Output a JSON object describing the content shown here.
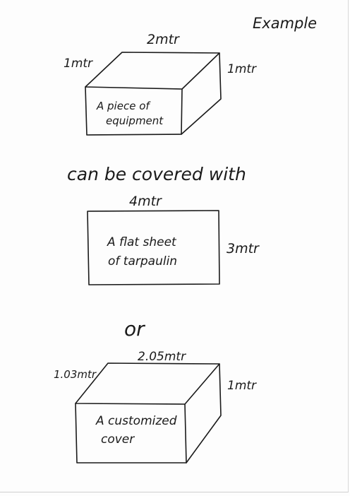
{
  "title": "Example",
  "box1": {
    "width_label": "2mtr",
    "depth_label": "1mtr",
    "height_label": "1mtr",
    "face_text": [
      "A piece of",
      "equipment"
    ]
  },
  "connector_text": "can be covered with",
  "sheet": {
    "width_label": "4mtr",
    "height_label": "3mtr",
    "face_text": [
      "A flat sheet",
      "of tarpaulin"
    ]
  },
  "or_text": "or",
  "box2": {
    "width_label": "2.05mtr",
    "depth_label": "1.03mtr",
    "height_label": "1mtr",
    "face_text": [
      "A customized",
      "cover"
    ]
  }
}
